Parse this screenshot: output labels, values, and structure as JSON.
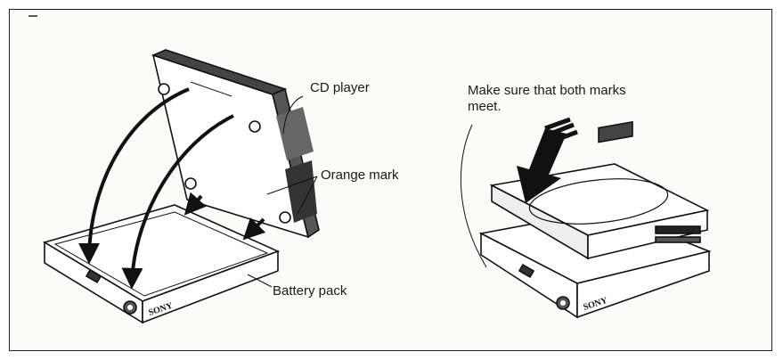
{
  "labels": {
    "cd_player": "CD player",
    "orange_mark": "Orange mark",
    "battery_pack": "Battery pack",
    "make_sure": "Make sure that both marks meet."
  },
  "brand": {
    "left": "SONY",
    "right": "SONY"
  }
}
